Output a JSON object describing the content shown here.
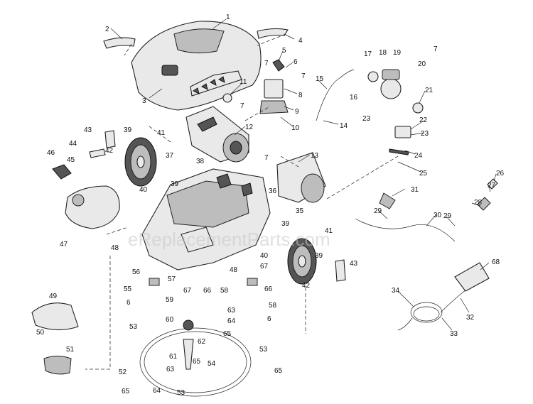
{
  "watermark": "eReplacementParts.com",
  "callouts": {
    "c1": "1",
    "c2": "2",
    "c3": "3",
    "c4": "4",
    "c5": "5",
    "c6": "6",
    "c7": "7",
    "c8": "8",
    "c9": "9",
    "c10": "10",
    "c11": "11",
    "c12": "12",
    "c13": "13",
    "c14": "14",
    "c15": "15",
    "c16": "16",
    "c17": "17",
    "c18": "18",
    "c19": "19",
    "c20": "20",
    "c21": "21",
    "c22": "22",
    "c23": "23",
    "c24": "24",
    "c25": "25",
    "c26": "26",
    "c27": "27",
    "c28": "28",
    "c29": "29",
    "c30": "30",
    "c31": "31",
    "c32": "32",
    "c33": "33",
    "c34": "34",
    "c35": "35",
    "c36": "36",
    "c37": "37",
    "c38": "38",
    "c39": "39",
    "c40": "40",
    "c41": "41",
    "c42": "42",
    "c43": "43",
    "c44": "44",
    "c45": "45",
    "c46": "46",
    "c47": "47",
    "c48": "48",
    "c49": "49",
    "c50": "50",
    "c51": "51",
    "c52": "52",
    "c53": "53",
    "c54": "54",
    "c55": "55",
    "c56": "56",
    "c57": "57",
    "c58": "58",
    "c59": "59",
    "c60": "60",
    "c61": "61",
    "c62": "62",
    "c63": "63",
    "c64": "64",
    "c65": "65",
    "c66": "66",
    "c67": "67",
    "c68": "68"
  }
}
